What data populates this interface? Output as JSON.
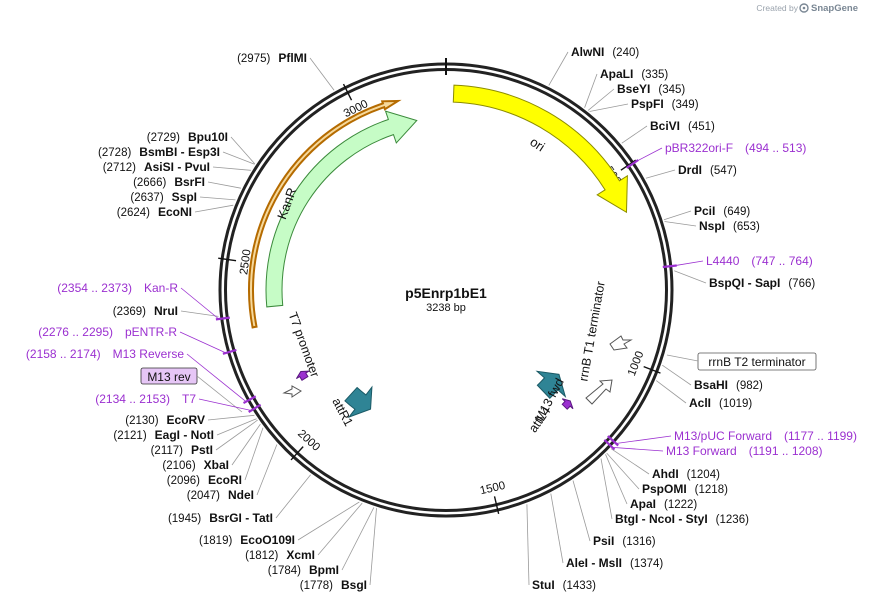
{
  "credit": {
    "prefix": "Created by",
    "brand": "SnapGene"
  },
  "plasmid": {
    "name": "p5Enrp1bE1",
    "size_label": "3238 bp",
    "length": 3238
  },
  "ticks": [
    {
      "bp": 500,
      "label": "500"
    },
    {
      "bp": 1000,
      "label": "1000"
    },
    {
      "bp": 1500,
      "label": "1500"
    },
    {
      "bp": 2000,
      "label": "2000"
    },
    {
      "bp": 2500,
      "label": "2500"
    },
    {
      "bp": 3000,
      "label": "3000"
    }
  ],
  "features": [
    {
      "name": "ori",
      "start": 20,
      "end": 600,
      "color": "#ffff00",
      "track": "outer",
      "dir": "cw"
    },
    {
      "name": "KanR",
      "start": 2380,
      "end": 3150,
      "color": "#c6fcc6",
      "track": "inner",
      "dir": "cw"
    },
    {
      "name": "",
      "start": 2330,
      "end": 3110,
      "color": "#f6d99c",
      "track": "thin",
      "dir": "cw"
    },
    {
      "name": "attR1",
      "start": 1910,
      "end": 2000,
      "color": "#2f8495",
      "track": "small",
      "dir": "ccw"
    },
    {
      "name": "attL4",
      "start": 1140,
      "end": 1225,
      "color": "#2f8495",
      "track": "small",
      "dir": "ccw"
    },
    {
      "name": "M13 fwd",
      "start": 1185,
      "end": 1210,
      "color": "#9b30d0",
      "track": "tiny",
      "dir": "ccw"
    },
    {
      "name": "M13 rev",
      "start": 2140,
      "end": 2165,
      "color": "#9b30d0",
      "track": "tiny",
      "dir": "cw"
    }
  ],
  "inner_labels": [
    {
      "name": "ori"
    },
    {
      "name": "KanR"
    },
    {
      "name": "T7 promoter"
    },
    {
      "name": "rrnB T1 terminator"
    },
    {
      "name": "attR1"
    },
    {
      "name": "attL4"
    },
    {
      "name": "M13 fwd"
    },
    {
      "name": "M13 rev"
    },
    {
      "name": "rrnB T2 terminator"
    }
  ],
  "sites": [
    {
      "name": "AlwNI",
      "pos": "(240)",
      "bp": 240
    },
    {
      "name": "ApaLI",
      "pos": "(335)",
      "bp": 335
    },
    {
      "name": "BseYI",
      "pos": "(345)",
      "bp": 345
    },
    {
      "name": "PspFI",
      "pos": "(349)",
      "bp": 349
    },
    {
      "name": "BciVI",
      "pos": "(451)",
      "bp": 451
    },
    {
      "name": "DrdI",
      "pos": "(547)",
      "bp": 547
    },
    {
      "name": "PciI",
      "pos": "(649)",
      "bp": 649
    },
    {
      "name": "NspI",
      "pos": "(653)",
      "bp": 653
    },
    {
      "name": "BspQI - SapI",
      "pos": "(766)",
      "bp": 766
    },
    {
      "name": "BsaHI",
      "pos": "(982)",
      "bp": 982
    },
    {
      "name": "AclI",
      "pos": "(1019)",
      "bp": 1019
    },
    {
      "name": "AhdI",
      "pos": "(1204)",
      "bp": 1204
    },
    {
      "name": "PspOMI",
      "pos": "(1218)",
      "bp": 1218
    },
    {
      "name": "ApaI",
      "pos": "(1222)",
      "bp": 1222
    },
    {
      "name": "BtgI - NcoI - StyI",
      "pos": "(1236)",
      "bp": 1236
    },
    {
      "name": "PsiI",
      "pos": "(1316)",
      "bp": 1316
    },
    {
      "name": "AleI - MslI",
      "pos": "(1374)",
      "bp": 1374
    },
    {
      "name": "StuI",
      "pos": "(1433)",
      "bp": 1433
    },
    {
      "name": "BsgI",
      "pos": "(1778)",
      "bp": 1778
    },
    {
      "name": "BpmI",
      "pos": "(1784)",
      "bp": 1784
    },
    {
      "name": "XcmI",
      "pos": "(1812)",
      "bp": 1812
    },
    {
      "name": "EcoO109I",
      "pos": "(1819)",
      "bp": 1819
    },
    {
      "name": "BsrGI - TatI",
      "pos": "(1945)",
      "bp": 1945
    },
    {
      "name": "NdeI",
      "pos": "(2047)",
      "bp": 2047
    },
    {
      "name": "EcoRI",
      "pos": "(2096)",
      "bp": 2096
    },
    {
      "name": "XbaI",
      "pos": "(2106)",
      "bp": 2106
    },
    {
      "name": "PstI",
      "pos": "(2117)",
      "bp": 2117
    },
    {
      "name": "EagI - NotI",
      "pos": "(2121)",
      "bp": 2121
    },
    {
      "name": "EcoRV",
      "pos": "(2130)",
      "bp": 2130
    },
    {
      "name": "NruI",
      "pos": "(2369)",
      "bp": 2369
    },
    {
      "name": "EcoNI",
      "pos": "(2624)",
      "bp": 2624
    },
    {
      "name": "SspI",
      "pos": "(2637)",
      "bp": 2637
    },
    {
      "name": "BsrFI",
      "pos": "(2666)",
      "bp": 2666
    },
    {
      "name": "AsiSI - PvuI",
      "pos": "(2712)",
      "bp": 2712
    },
    {
      "name": "BsmBI - Esp3I",
      "pos": "(2728)",
      "bp": 2728
    },
    {
      "name": "Bpu10I",
      "pos": "(2729)",
      "bp": 2729
    },
    {
      "name": "PflMI",
      "pos": "(2975)",
      "bp": 2975
    }
  ],
  "primers": [
    {
      "name": "pBR322ori-F",
      "range": "(494 .. 513)",
      "bp": 503
    },
    {
      "name": "L4440",
      "range": "(747 .. 764)",
      "bp": 755
    },
    {
      "name": "M13/pUC Forward",
      "range": "(1177 .. 1199)",
      "bp": 1188
    },
    {
      "name": "M13 Forward",
      "range": "(1191 .. 1208)",
      "bp": 1200
    },
    {
      "name": "T7",
      "range": "(2134 .. 2153)",
      "bp": 2143
    },
    {
      "name": "M13 Reverse",
      "range": "(2158 .. 2174)",
      "bp": 2166
    },
    {
      "name": "pENTR-R",
      "range": "(2276 .. 2295)",
      "bp": 2285
    },
    {
      "name": "Kan-R",
      "range": "(2354 .. 2373)",
      "bp": 2363
    }
  ]
}
